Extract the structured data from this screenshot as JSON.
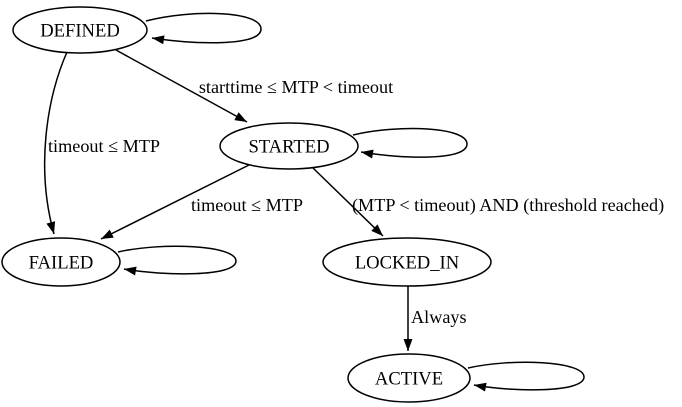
{
  "diagram": {
    "type": "state-machine",
    "background_color": "#ffffff",
    "stroke_color": "#000000",
    "text_color": "#000000",
    "nodes": [
      {
        "id": "DEFINED",
        "label": "DEFINED",
        "self_loop": true
      },
      {
        "id": "STARTED",
        "label": "STARTED",
        "self_loop": true
      },
      {
        "id": "FAILED",
        "label": "FAILED",
        "self_loop": true
      },
      {
        "id": "LOCKED_IN",
        "label": "LOCKED_IN",
        "self_loop": false
      },
      {
        "id": "ACTIVE",
        "label": "ACTIVE",
        "self_loop": true
      }
    ],
    "edges": [
      {
        "from": "DEFINED",
        "to": "DEFINED",
        "label": ""
      },
      {
        "from": "DEFINED",
        "to": "STARTED",
        "label": "starttime ≤ MTP < timeout"
      },
      {
        "from": "DEFINED",
        "to": "FAILED",
        "label": "timeout ≤ MTP"
      },
      {
        "from": "STARTED",
        "to": "STARTED",
        "label": ""
      },
      {
        "from": "STARTED",
        "to": "FAILED",
        "label": "timeout ≤ MTP"
      },
      {
        "from": "STARTED",
        "to": "LOCKED_IN",
        "label": "(MTP < timeout) AND (threshold reached)"
      },
      {
        "from": "FAILED",
        "to": "FAILED",
        "label": ""
      },
      {
        "from": "LOCKED_IN",
        "to": "ACTIVE",
        "label": "Always"
      },
      {
        "from": "ACTIVE",
        "to": "ACTIVE",
        "label": ""
      }
    ]
  }
}
